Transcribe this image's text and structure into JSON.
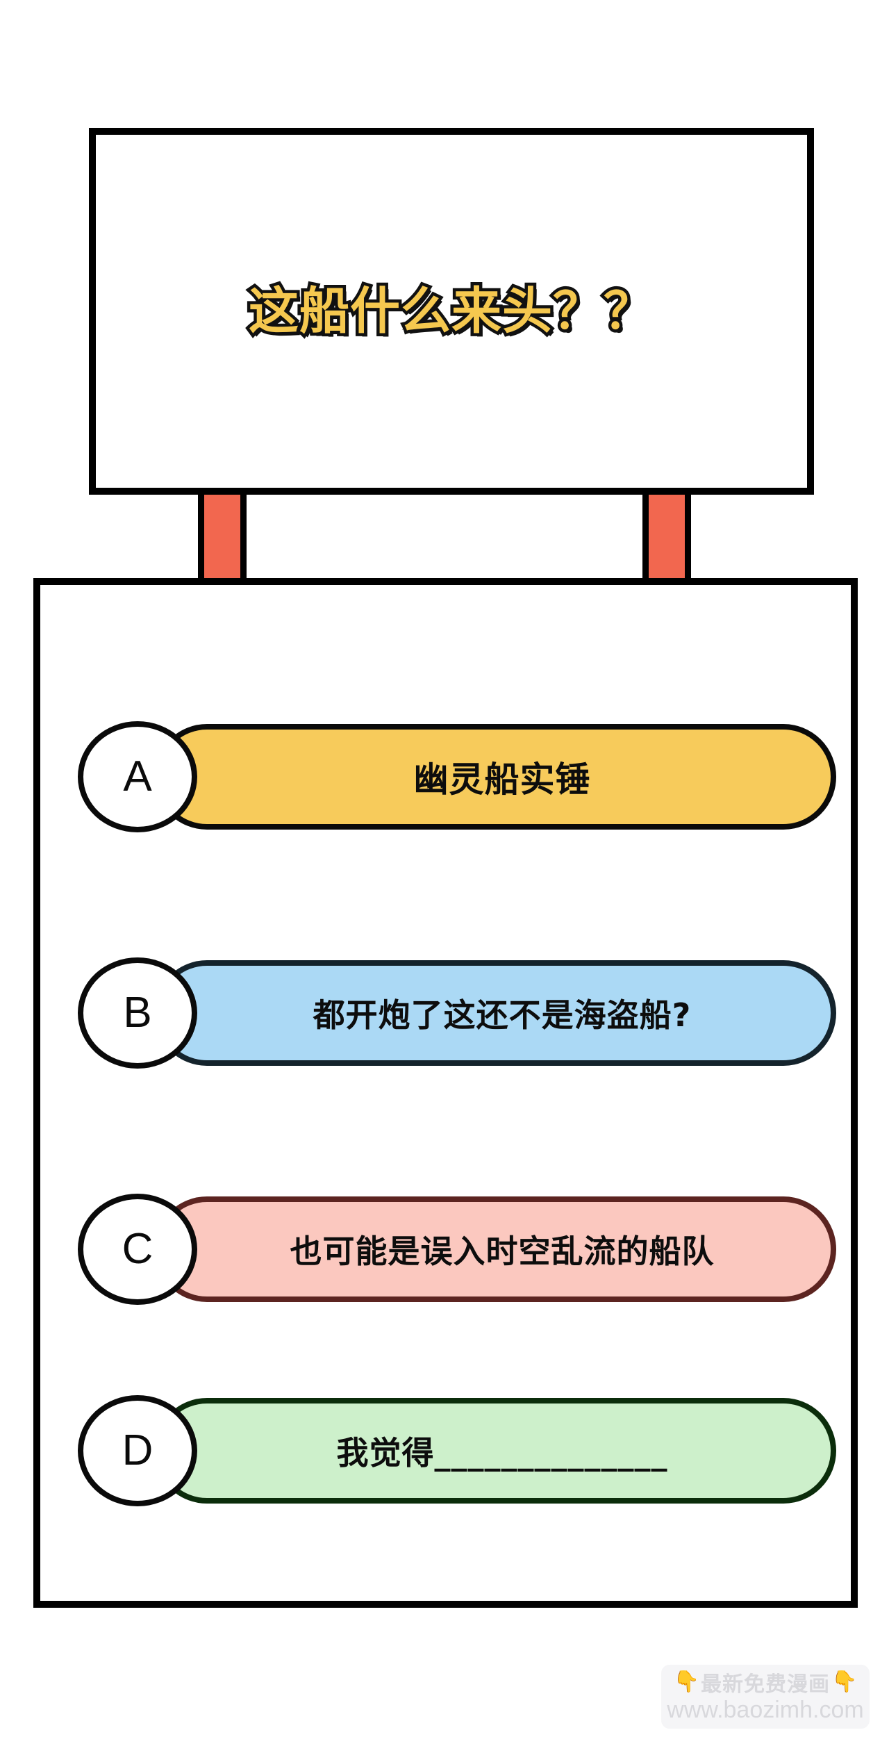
{
  "signboard": {
    "title": "这船什么来头？？",
    "title_color": "#f5c84f",
    "title_outline_color": "#111111",
    "border_color": "#000000",
    "background": "#ffffff"
  },
  "posts": {
    "color": "#f2674f",
    "border_color": "#000000",
    "count": 2
  },
  "panel": {
    "border_color": "#000000",
    "background": "#ffffff"
  },
  "options": [
    {
      "letter": "A",
      "text": "幽灵船实锤",
      "fill": "#f7cb5b",
      "border": "#0a0a0a",
      "badge_fill": "#ffffff",
      "badge_border": "#0a0a0a"
    },
    {
      "letter": "B",
      "text": "都开炮了这还不是海盗船?",
      "fill": "#abd9f5",
      "border": "#14232c",
      "badge_fill": "#ffffff",
      "badge_border": "#0a0a0a"
    },
    {
      "letter": "C",
      "text": "也可能是误入时空乱流的船队",
      "fill": "#fbc8bf",
      "border": "#5c2420",
      "badge_fill": "#ffffff",
      "badge_border": "#0a0a0a"
    },
    {
      "letter": "D",
      "text": "我觉得______________",
      "fill": "#cdf0cb",
      "border": "#0b2d0b",
      "badge_fill": "#ffffff",
      "badge_border": "#0a0a0a"
    }
  ],
  "watermark": {
    "hand_left": "👇",
    "hand_right": "👇",
    "cn_text": "最新免费漫画",
    "url_text": "www.baozimh.com",
    "hand_color": "#f7c948",
    "text_color": "#d8d8dc"
  }
}
